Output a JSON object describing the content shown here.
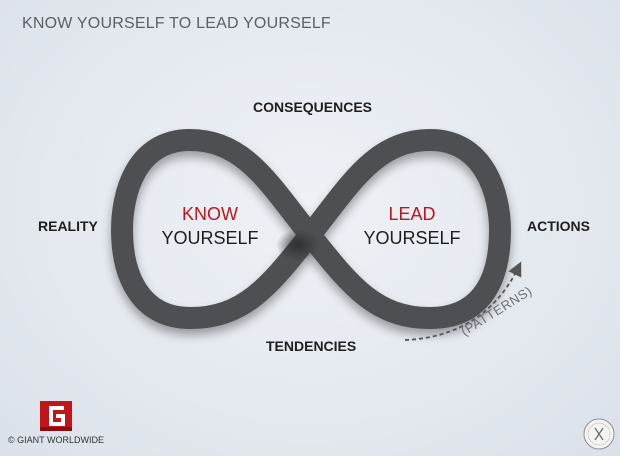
{
  "slide": {
    "title": "KNOW YOURSELF TO LEAD YOURSELF",
    "labels": {
      "top": "CONSEQUENCES",
      "left": "REALITY",
      "right": "ACTIONS",
      "bottom": "TENDENCIES",
      "patterns": "(PATTERNS)"
    },
    "left_loop": {
      "line1": "KNOW",
      "line2": "YOURSELF"
    },
    "right_loop": {
      "line1": "LEAD",
      "line2": "YOURSELF"
    },
    "copyright": "© GIANT WORLDWIDE"
  },
  "colors": {
    "accent_red": "#c0151b",
    "loop_gray": "#4d4f52",
    "background": "#e3e8ef"
  },
  "icons": {
    "logo": "giant-g-logo-icon",
    "badge": "seal-badge-icon"
  }
}
